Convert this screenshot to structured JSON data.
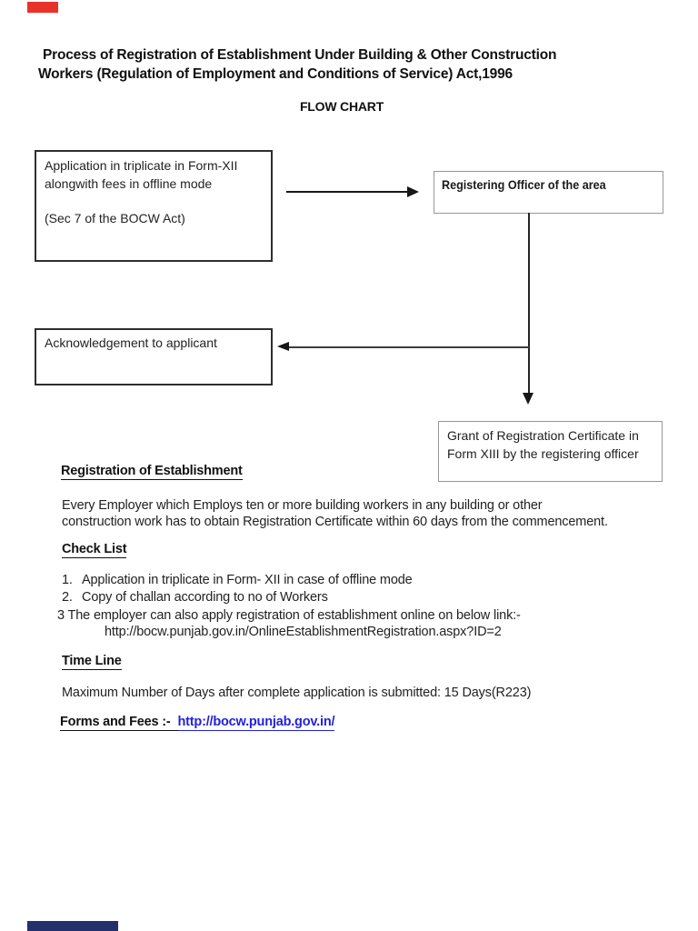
{
  "document": {
    "title_lines": [
      "Process of Registration of Establishment Under Building & Other Construction",
      "Workers (Regulation of Employment and Conditions of Service) Act,1996"
    ],
    "subtitle": "FLOW CHART"
  },
  "flowchart": {
    "application_box_lines": [
      "Application in triplicate in Form-XII",
      "alongwith fees in offline mode",
      "(Sec 7 of the BOCW Act)"
    ],
    "registering_officer_box": "Registering Officer of the area",
    "acknowledgement_box": "Acknowledgement to applicant",
    "grant_box_lines": [
      "Grant of Registration Certificate in",
      "Form XIII by the registering officer"
    ]
  },
  "registration_section": {
    "heading": "Registration of Establishment",
    "body_lines": [
      "Every Employer which Employs ten or more building workers in any building or other",
      "construction work has to obtain Registration Certificate within 60 days from the commencement."
    ]
  },
  "check_list_section": {
    "heading": "Check List",
    "items": [
      {
        "marker": "1.",
        "text": "Application in triplicate in Form- XII in case of offline mode"
      },
      {
        "marker": "2.",
        "text": "Copy of challan according to no of Workers"
      }
    ],
    "item3_text": "3 The employer can also apply registration of establishment online on below link:-",
    "item3_link": "http://bocw.punjab.gov.in/OnlineEstablishmentRegistration.aspx?ID=2"
  },
  "time_line_section": {
    "heading": "Time Line",
    "body": "Maximum Number of Days after complete application is submitted: 15 Days(R223)"
  },
  "forms_fees_section": {
    "label": "Forms and Fees :-",
    "link": "http://bocw.punjab.gov.in/"
  },
  "colors": {
    "link_blue": "#2222dd",
    "top_left_mark": "#e8332a",
    "bottom_left_mark": "#24306b",
    "box_border_dark": "#2e2e2e",
    "box_border_light": "#979797"
  }
}
